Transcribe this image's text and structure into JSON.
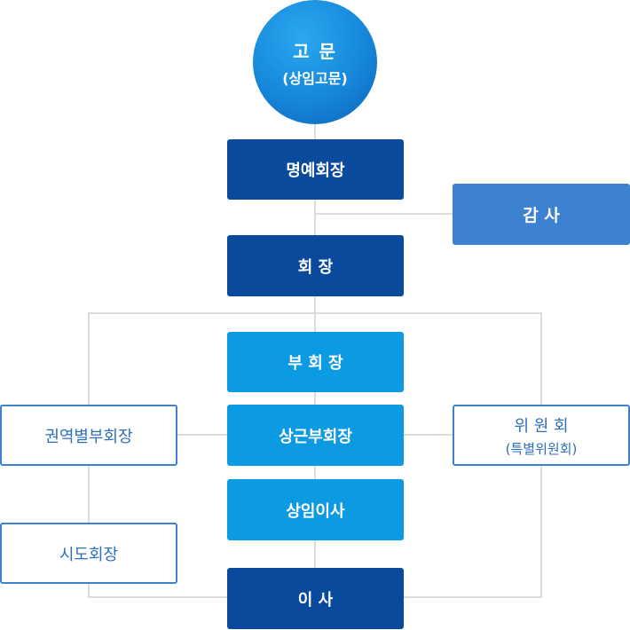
{
  "advisor": {
    "title": "고 문",
    "subtitle": "(상임고문)"
  },
  "honorary_chairman": "명예회장",
  "auditor": "감 사",
  "chairman": "회 장",
  "vice_chairman": "부 회 장",
  "standing_vice_chairman": "상근부회장",
  "standing_director": "상임이사",
  "regional_vice_chairman": "권역별부회장",
  "provincial_chairman": "시도회장",
  "committee": {
    "title": "위 원 회",
    "subtitle": "(특별위원회)"
  },
  "directors": "이 사",
  "colors": {
    "dark": "#0a4a9c",
    "light": "#0c9be3",
    "mid": "#3d82d0",
    "line": "#d0d0d0"
  }
}
